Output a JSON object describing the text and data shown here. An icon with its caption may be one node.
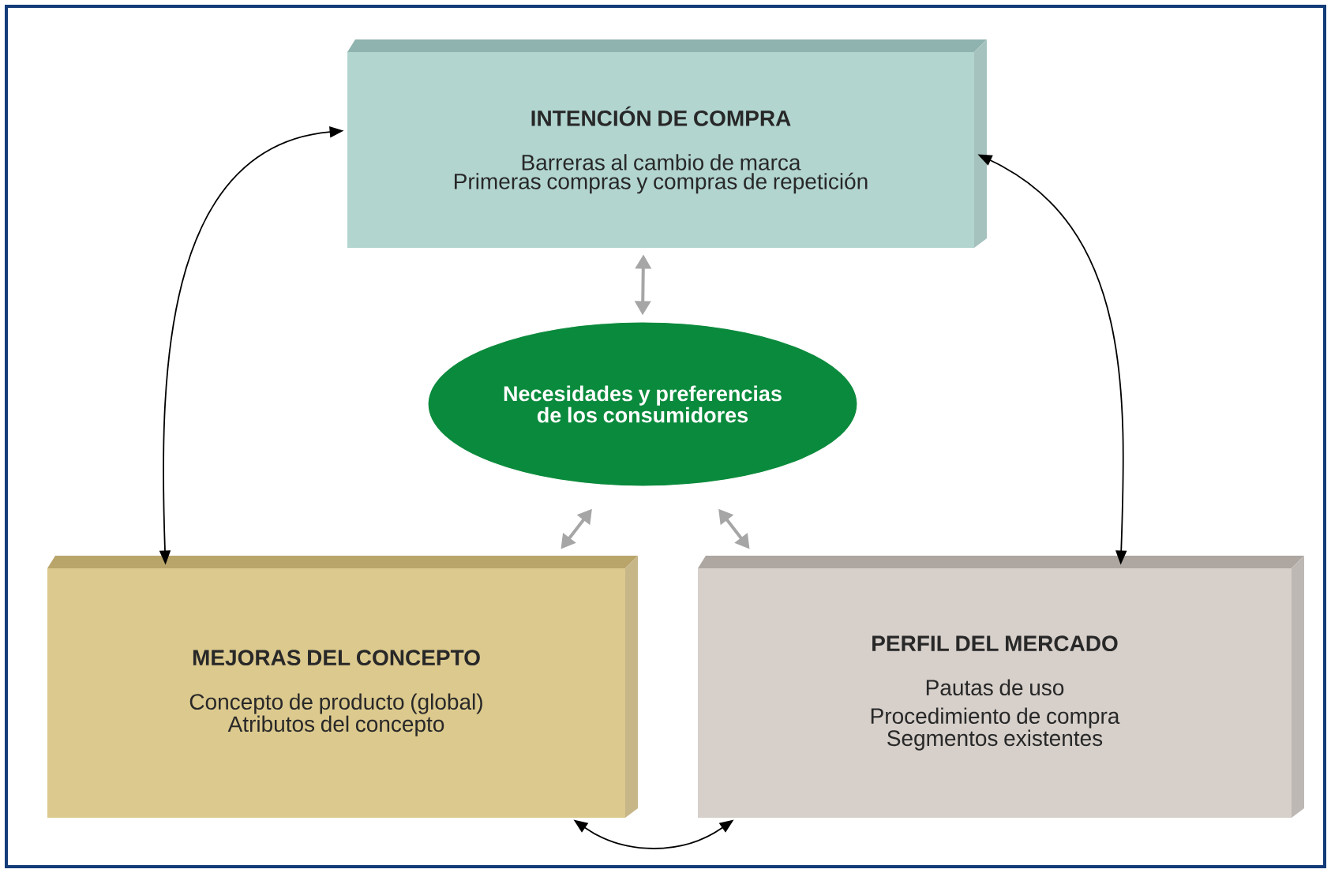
{
  "diagram": {
    "nodes": [
      {
        "text": [
          "INTENCIÓN DE COMPRA",
          "Barreras al cambio de marca",
          "Primeras compras y compras de repetición"
        ]
      },
      {
        "text": [
          "Necesidades y preferencias de los consumidores"
        ]
      },
      {
        "text": [
          "MEJORAS DEL CONCEPTO",
          "Concepto de producto (global)",
          "Atributos del concepto"
        ]
      },
      {
        "text": [
          "PERFIL DEL MERCADO",
          "Pautas de uso",
          "Procedimiento de compra",
          "Segmentos existentes"
        ]
      }
    ],
    "edges": [
      {
        "from": 0,
        "to": 1,
        "arrow": "both",
        "color": "#a6a6a6"
      },
      {
        "from": 1,
        "to": 2,
        "arrow": "both",
        "color": "#a6a6a6"
      },
      {
        "from": 1,
        "to": 3,
        "arrow": "both",
        "color": "#a6a6a6"
      },
      {
        "from": 2,
        "to": 0,
        "arrow": "both",
        "color": "#000000"
      },
      {
        "from": 3,
        "to": 0,
        "arrow": "both",
        "color": "#000000"
      },
      {
        "from": 2,
        "to": 3,
        "arrow": "both",
        "color": "#000000"
      }
    ]
  }
}
